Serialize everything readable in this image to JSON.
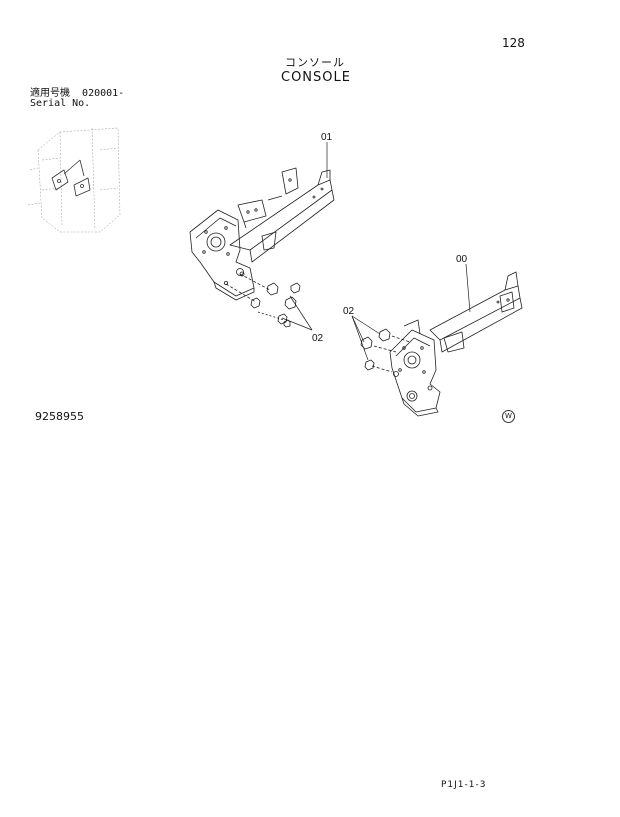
{
  "page": {
    "number": "128",
    "title_jp": "コンソール",
    "title_en": "CONSOLE",
    "serial_label_jp": "適用号機",
    "serial_range": "020001-",
    "serial_label_en": "Serial No.",
    "figure_number": "9258955",
    "mark": "W",
    "page_code": "P1J1-1-3"
  },
  "callouts": {
    "upper_bracket": "01",
    "upper_bolts": "02",
    "lower_bracket": "00",
    "lower_bolts": "02"
  }
}
